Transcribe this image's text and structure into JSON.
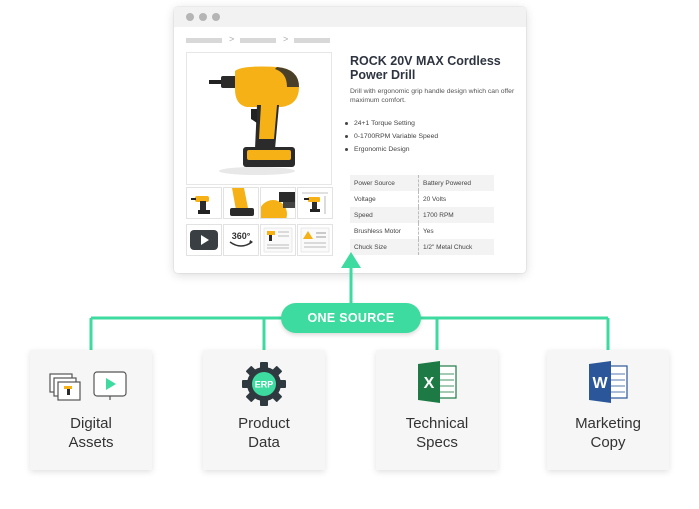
{
  "product": {
    "title": "ROCK 20V MAX Cordless Power Drill",
    "description": "Drill with ergonomic grip handle design which can offer maximum comfort.",
    "features": [
      "24+1 Torque Setting",
      "0-1700RPM Variable Speed",
      "Ergonomic Design"
    ],
    "specs": [
      {
        "key": "Power Source",
        "value": "Battery Powered"
      },
      {
        "key": "Voltage",
        "value": "20 Volts"
      },
      {
        "key": "Speed",
        "value": "1700 RPM"
      },
      {
        "key": "Brushless Motor",
        "value": "Yes"
      },
      {
        "key": "Chuck Size",
        "value": "1/2\" Metal Chuck"
      }
    ],
    "thumb_360_label": "360°"
  },
  "hub": {
    "label": "ONE SOURCE"
  },
  "sources": [
    {
      "line1": "Digital",
      "line2": "Assets",
      "icon": "digital-assets-icon"
    },
    {
      "line1": "Product",
      "line2": "Data",
      "icon": "erp-gear-icon",
      "icon_text": "ERP"
    },
    {
      "line1": "Technical",
      "line2": "Specs",
      "icon": "excel-icon",
      "icon_text": "X"
    },
    {
      "line1": "Marketing",
      "line2": "Copy",
      "icon": "word-icon",
      "icon_text": "W"
    }
  ],
  "colors": {
    "accent": "#3ddba0",
    "drill_body": "#f5b116",
    "drill_dark": "#2b2b2b",
    "excel": "#1d7a45",
    "word": "#2b579a",
    "erp": "#2f3a40"
  }
}
